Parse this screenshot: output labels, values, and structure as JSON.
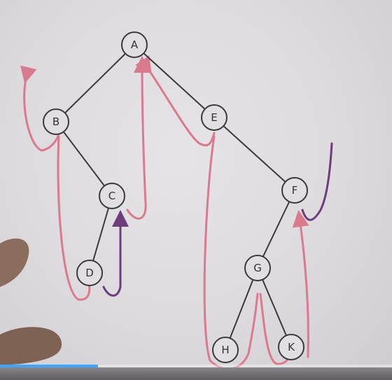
{
  "diagram": {
    "nodes": [
      {
        "id": "A",
        "label": "A"
      },
      {
        "id": "B",
        "label": "B"
      },
      {
        "id": "E",
        "label": "E"
      },
      {
        "id": "C",
        "label": "C"
      },
      {
        "id": "D",
        "label": "D"
      },
      {
        "id": "F",
        "label": "F"
      },
      {
        "id": "G",
        "label": "G"
      },
      {
        "id": "H",
        "label": "H"
      },
      {
        "id": "K",
        "label": "K"
      }
    ],
    "edges": [
      [
        "A",
        "B"
      ],
      [
        "A",
        "E"
      ],
      [
        "B",
        "C"
      ],
      [
        "C",
        "D"
      ],
      [
        "E",
        "F"
      ],
      [
        "F",
        "G"
      ],
      [
        "G",
        "H"
      ],
      [
        "G",
        "K"
      ]
    ],
    "colors": {
      "paper": "#dedbdd",
      "edge": "#3a3a3a",
      "traversal_pink": "#d97a8e",
      "traversal_purple": "#6b3d7a"
    }
  },
  "player": {
    "progress_fraction": 0.25,
    "progress_color": "#3ea6ff"
  }
}
